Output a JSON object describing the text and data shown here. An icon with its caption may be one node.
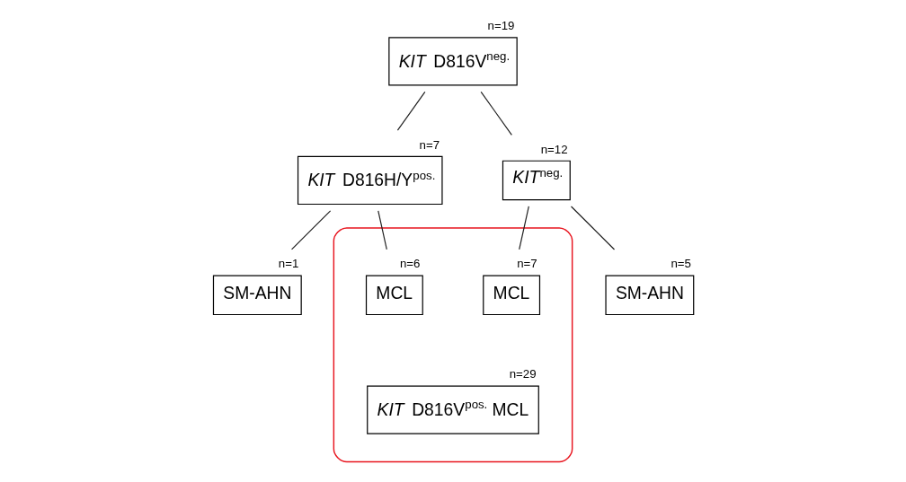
{
  "diagram": {
    "nodes": [
      {
        "text": [
          "*KIT* D816V$^{neg.}$"
        ],
        "beside": [
          "n=19"
        ]
      },
      {
        "text": [
          "*KIT* D816H/Y$^{pos.}$"
        ],
        "beside": [
          "n=7"
        ]
      },
      {
        "text": [
          "*KIT*$^{neg.}$"
        ],
        "beside": [
          "n=12"
        ]
      },
      {
        "text": [
          "SM-AHN"
        ],
        "beside": [
          "n=1"
        ]
      },
      {
        "text": [],
        "shape": "box"
      },
      {
        "text": [
          "MCL"
        ],
        "beside": [
          "n=6"
        ],
        "in": 4
      },
      {
        "text": [
          "MCL"
        ],
        "beside": [
          "n=7"
        ],
        "in": 4
      },
      {
        "text": [
          "SM-AHN"
        ],
        "beside": [
          "n=5"
        ]
      },
      {
        "text": [
          "*KIT* D816V$^{pos.}$ MCL"
        ],
        "beside": [
          "n=29"
        ],
        "in": 4
      }
    ],
    "edges": [
      {
        "from": 0,
        "to": 1,
        "arrow": "none"
      },
      {
        "from": 0,
        "to": 2,
        "arrow": "none"
      },
      {
        "from": 1,
        "to": 3,
        "arrow": "none"
      },
      {
        "from": 1,
        "to": 5,
        "arrow": "none"
      },
      {
        "from": 2,
        "to": 6,
        "arrow": "none"
      },
      {
        "from": 2,
        "to": 7,
        "arrow": "none"
      }
    ]
  }
}
